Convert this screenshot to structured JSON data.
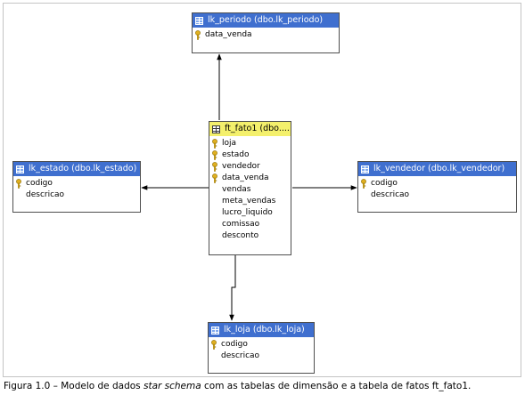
{
  "tables": {
    "periodo": {
      "title": "lk_periodo (dbo.lk_periodo)",
      "columns": [
        {
          "name": "data_venda",
          "key": true
        }
      ]
    },
    "estado": {
      "title": "lk_estado (dbo.lk_estado)",
      "columns": [
        {
          "name": "codigo",
          "key": true
        },
        {
          "name": "descricao",
          "key": false
        }
      ]
    },
    "vendedor": {
      "title": "lk_vendedor (dbo.lk_vendedor)",
      "columns": [
        {
          "name": "codigo",
          "key": true
        },
        {
          "name": "descricao",
          "key": false
        }
      ]
    },
    "loja": {
      "title": "lk_loja (dbo.lk_loja)",
      "columns": [
        {
          "name": "codigo",
          "key": true
        },
        {
          "name": "descricao",
          "key": false
        }
      ]
    },
    "fato": {
      "title": "ft_fato1 (dbo....",
      "columns": [
        {
          "name": "loja",
          "key": true
        },
        {
          "name": "estado",
          "key": true
        },
        {
          "name": "vendedor",
          "key": true
        },
        {
          "name": "data_venda",
          "key": true
        },
        {
          "name": "vendas",
          "key": false
        },
        {
          "name": "meta_vendas",
          "key": false
        },
        {
          "name": "lucro_liquido",
          "key": false
        },
        {
          "name": "comissao",
          "key": false
        },
        {
          "name": "desconto",
          "key": false
        }
      ]
    }
  },
  "caption": {
    "prefix": "Figura 1.0 – Modelo de dados ",
    "emphasis": "star schema",
    "suffix": " com as tabelas de dimensão e a tabela de fatos ft_fato1."
  },
  "colors": {
    "dimension_header": "#3f6fcf",
    "fact_header": "#f4f06c",
    "key": "#e0b020",
    "line": "#000000"
  }
}
